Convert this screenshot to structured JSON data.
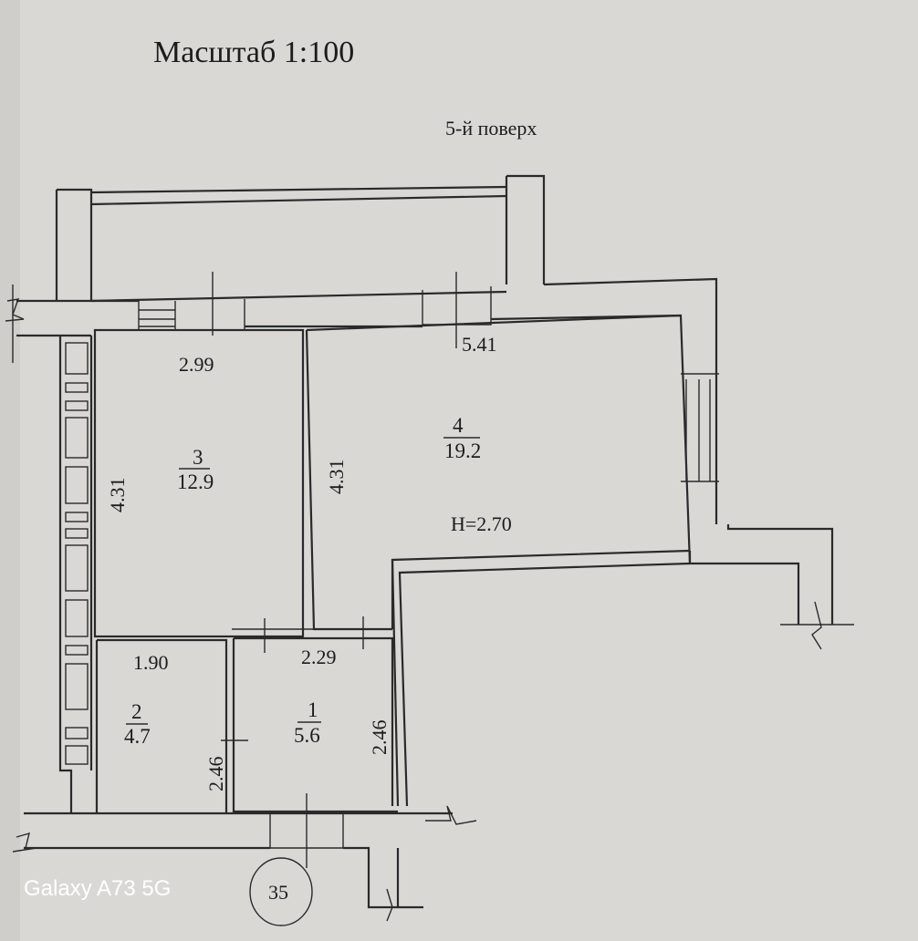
{
  "header": {
    "scale": "Масштаб 1:100",
    "floor": "5-й поверх"
  },
  "rooms": [
    {
      "number": "1",
      "area": "5.6"
    },
    {
      "number": "2",
      "area": "4.7"
    },
    {
      "number": "3",
      "area": "12.9"
    },
    {
      "number": "4",
      "area": "19.2"
    }
  ],
  "dimensions": {
    "room3_width": "2.99",
    "room3_height": "4.31",
    "room4_width": "5.41",
    "room4_height": "4.31",
    "room2_width": "1.90",
    "room2_height": "2.46",
    "room1_width": "2.29",
    "room1_height": "2.46",
    "ceiling_height": "H=2.70"
  },
  "page_number": "35",
  "watermark": "Galaxy A73 5G"
}
